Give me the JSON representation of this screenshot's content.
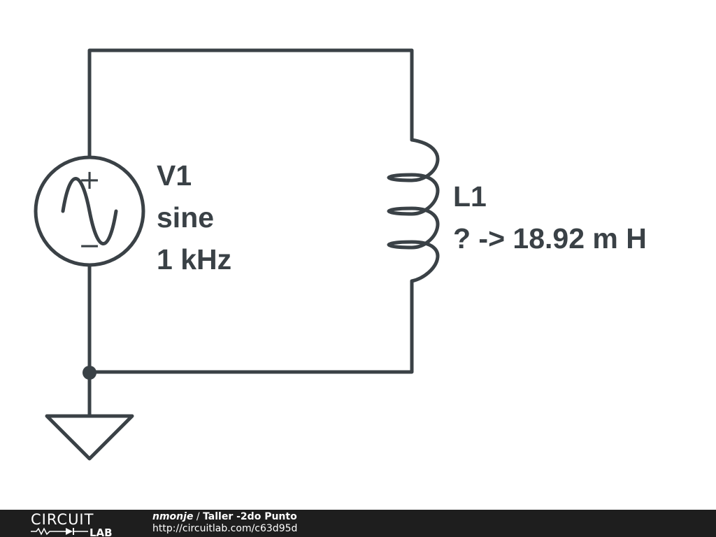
{
  "source": {
    "name": "V1",
    "type": "sine",
    "frequency": "1 kHz",
    "plus_sign": "+",
    "minus_sign": "−"
  },
  "inductor": {
    "name": "L1",
    "value": "? -> 18.92 m H"
  },
  "footer": {
    "logo_top": "CIRCUIT",
    "logo_bottom": "LAB",
    "author": "nmonje",
    "separator": " / ",
    "title": "Taller -2do Punto",
    "url": "http://circuitlab.com/c63d95d"
  },
  "colors": {
    "wire": "#3a4146",
    "footer_bg": "#1e1e1e",
    "footer_text": "#ffffff"
  }
}
